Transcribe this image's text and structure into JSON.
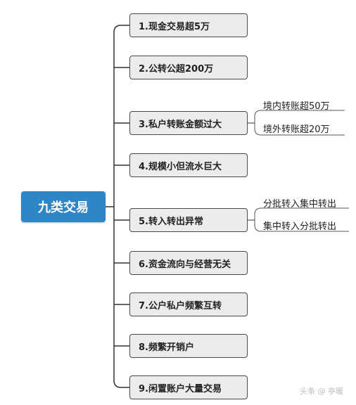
{
  "root": {
    "label": "九类交易"
  },
  "nodes": [
    {
      "label": "1.现金交易超5万"
    },
    {
      "label": "2.公转公超200万"
    },
    {
      "label": "3.私户转账金额过大",
      "children": [
        "境内转账超50万",
        "境外转账超20万"
      ]
    },
    {
      "label": "4.规模小但流水巨大"
    },
    {
      "label": "5.转入转出异常",
      "children": [
        "分批转入集中转出",
        "集中转入分批转出"
      ]
    },
    {
      "label": "6.资金流向与经营无关"
    },
    {
      "label": "7.公户私户频繁互转"
    },
    {
      "label": "8.频繁开销户"
    },
    {
      "label": "9.闲置账户大量交易"
    }
  ],
  "watermark": "头条 @ 亭暖"
}
